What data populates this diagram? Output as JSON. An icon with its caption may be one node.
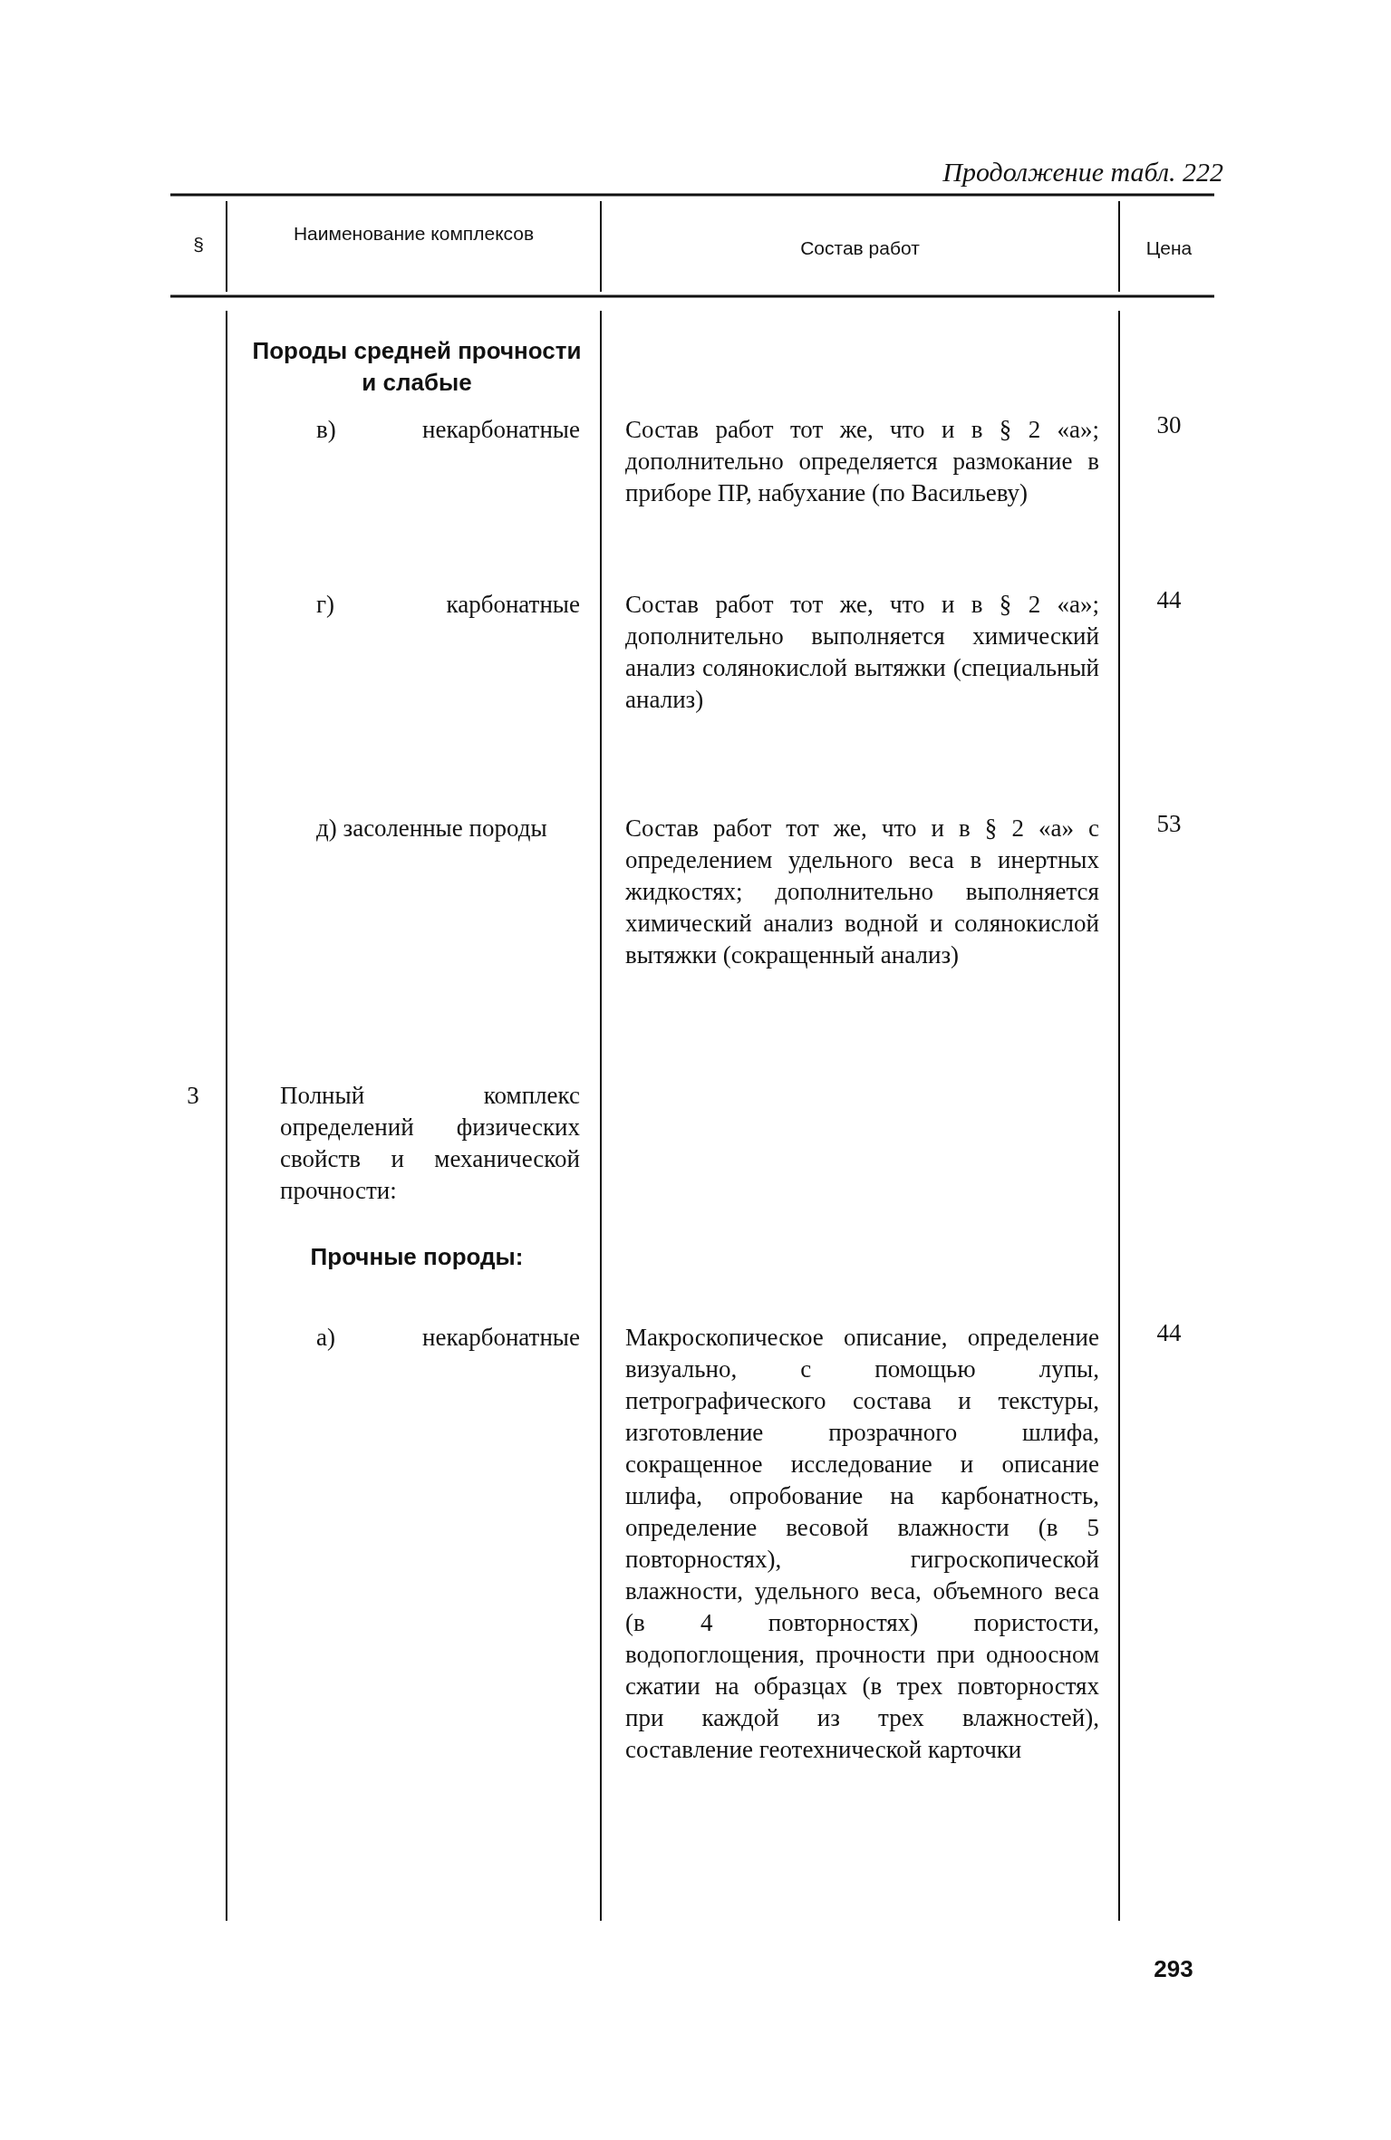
{
  "diagram": {
    "labels": [
      "Продолжение табл. 222",
      "§",
      "Наименование комплексов",
      "Состав работ",
      "Цена",
      "Породы средней прочности и слабые",
      "в) некарбонатные",
      "Состав работ тот же, что и в § 2 «а»; дополнительно определяется размокание в приборе ПР, набухание (по Васильеву)",
      "30",
      "г) карбонатные",
      "Состав работ тот же, что и в § 2 «а»; дополнительно выполняется химический анализ солянокислой вытяжки (специальный анализ)",
      "44",
      "д) засоленные породы",
      "Состав работ тот же, что и в § 2 «а» с определением удельного веса в инертных жидкостях; дополнительно выполняется химический анализ водной и солянокислой вытяжки (сокращенный анализ)",
      "53",
      "3",
      "Полный комплекс определений физических свойств и механической прочности:",
      "Прочные породы:",
      "а) некарбонатные",
      "Макроскопическое описание, определение визуально, с помощью лупы, петрографического состава и текстуры, изготовление прозрачного шлифа, сокращенное исследование и описание шлифа, опробование на карбонатность, определение весовой влажности (в 5 повторностях), гигроскопической влажности, удельного веса, объемного веса (в 4 повторностях) пористости, водопоглощения, прочности при одноосном сжатии на образцах (в трех повторностях при каждой из трех влажностей), составление геотехнической карточки",
      "44",
      "293"
    ]
  }
}
